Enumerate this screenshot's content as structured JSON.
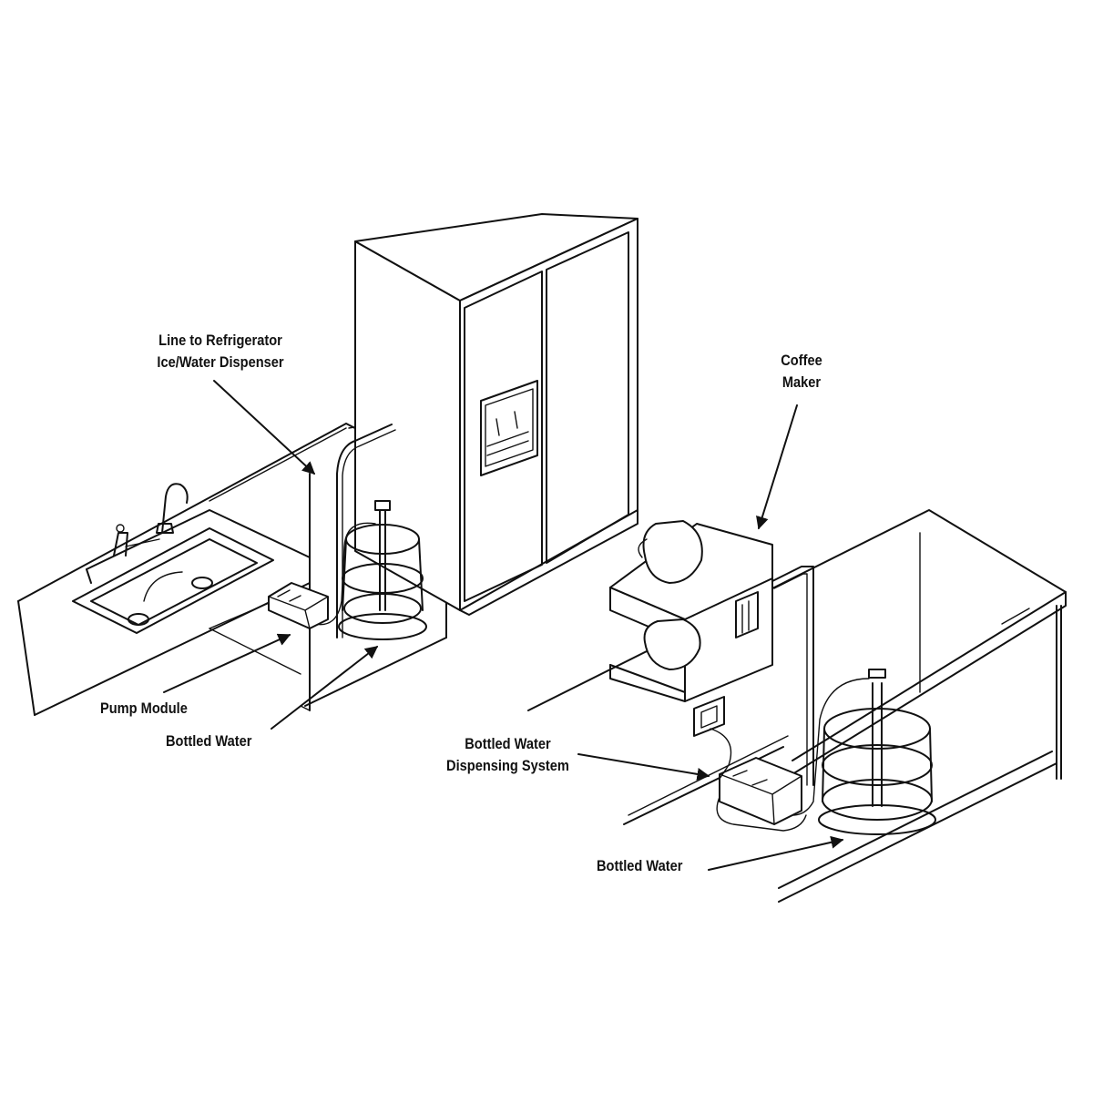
{
  "labels": {
    "line_to_refrigerator": [
      "Line to Refrigerator",
      "Ice/Water Dispenser"
    ],
    "coffee_maker": [
      "Coffee",
      "Maker"
    ],
    "pump_module": "Pump Module",
    "bottled_water_left": "Bottled Water",
    "bottled_water_dispensing_system": [
      "Bottled Water",
      "Dispensing System"
    ],
    "bottled_water_right": "Bottled Water"
  }
}
